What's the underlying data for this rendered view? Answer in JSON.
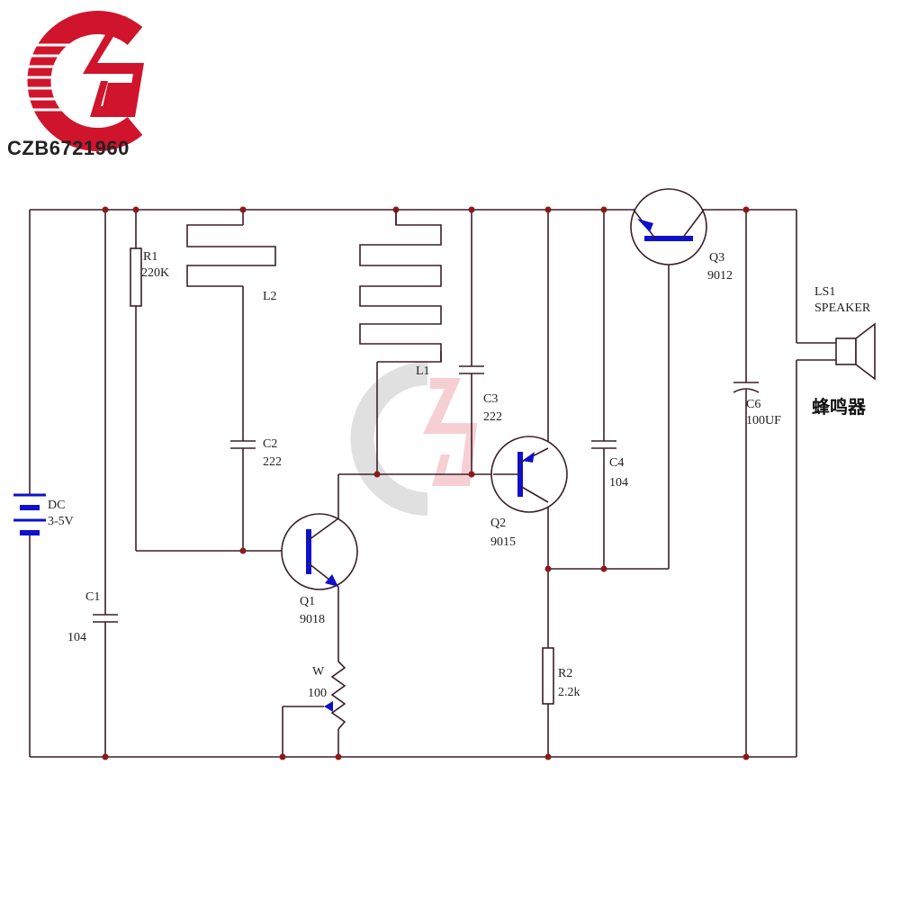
{
  "brand": {
    "logo_text": "CZB6721960",
    "logo_color": "#d0142c",
    "logo_secondary_color": "#555555"
  },
  "watermark": {
    "color": "#c8c8c8",
    "accent": "#f0a8b0"
  },
  "components": {
    "dc": {
      "ref": "DC",
      "value": "3-5V"
    },
    "c1": {
      "ref": "C1",
      "value": "104"
    },
    "r1": {
      "ref": "R1",
      "value": "220K"
    },
    "l2": {
      "ref": "L2"
    },
    "c2": {
      "ref": "C2",
      "value": "222"
    },
    "l1": {
      "ref": "L1"
    },
    "c3": {
      "ref": "C3",
      "value": "222"
    },
    "q1": {
      "ref": "Q1",
      "value": "9018"
    },
    "q2": {
      "ref": "Q2",
      "value": "9015"
    },
    "q3": {
      "ref": "Q3",
      "value": "9012"
    },
    "c4": {
      "ref": "C4",
      "value": "104"
    },
    "w": {
      "ref": "W",
      "value": "100"
    },
    "r2": {
      "ref": "R2",
      "value": "2.2k"
    },
    "c6": {
      "ref": "C6",
      "value": "100UF"
    },
    "ls1": {
      "ref": "LS1",
      "value": "SPEAKER",
      "note": "蜂鸣器"
    }
  },
  "colors": {
    "wire": "#3a1f2a",
    "node": "#8b1a1a",
    "transistor": "#1010cc"
  }
}
